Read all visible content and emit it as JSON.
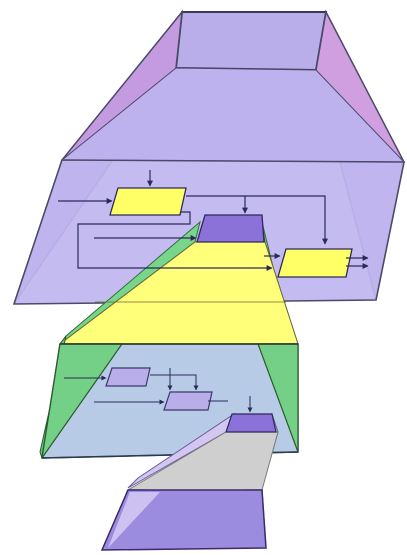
{
  "diagram": {
    "levels": [
      {
        "id": "top-level",
        "color": "#b9a9ea",
        "side_color": "#c79ad8"
      },
      {
        "id": "middle-level",
        "color": "#b6c8e6",
        "side_color": "#73d08a"
      },
      {
        "id": "bottom-level",
        "color": "#9c8ce0",
        "side_color": "#c5b7ef"
      }
    ],
    "highlight_colors": {
      "process_block": "#ffff66",
      "expanded_region": "#ffff7a",
      "selected_block": "#8a72d8",
      "gray_band": "#cfcfcf"
    }
  }
}
